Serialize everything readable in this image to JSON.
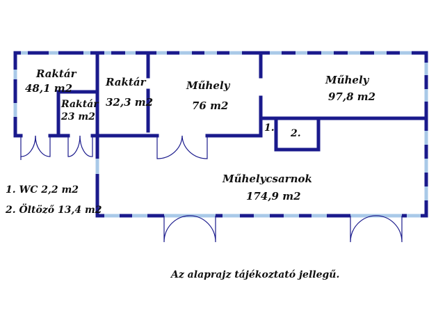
{
  "rooms": {
    "storage1": {
      "name": "Raktár",
      "area": "48,1 m2"
    },
    "storage2": {
      "name": "Raktár",
      "area": "23 m2"
    },
    "storage3": {
      "name": "Raktár",
      "area": "32,3 m2"
    },
    "workshop1": {
      "name": "Műhely",
      "area": "76 m2"
    },
    "workshop2": {
      "name": "Műhely",
      "area": "97,8 m2"
    },
    "hall": {
      "name": "Műhelycsarnok",
      "area": "174,9 m2"
    },
    "marker1": "1.",
    "marker2": "2."
  },
  "legend": {
    "item1": "1. WC 2,2 m2",
    "item2": "2. Öltöző 13,4 m2"
  },
  "note": "Az alaprajz tájékoztató jellegű.",
  "colors": {
    "wall": "#1a1a8c",
    "window": "#a9c9e8"
  }
}
